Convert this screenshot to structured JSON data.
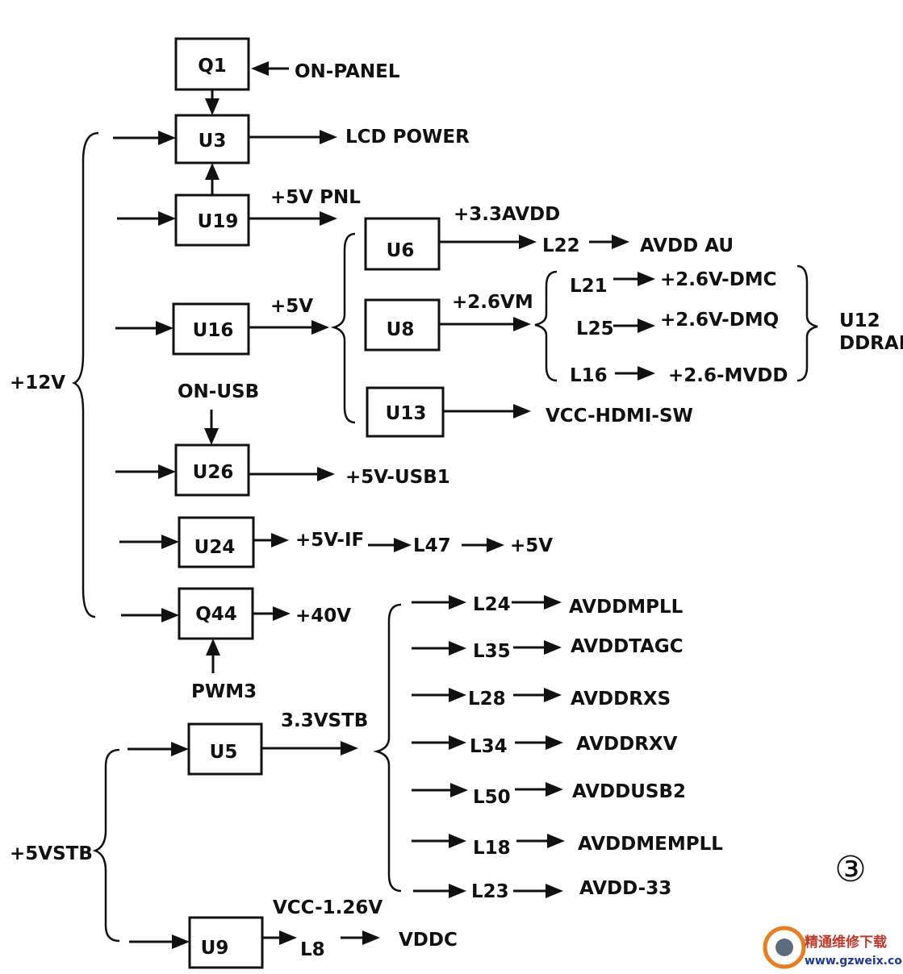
{
  "rails": {
    "v12": "+12V",
    "v5stb": "+5VSTB"
  },
  "blocks": {
    "Q1": "Q1",
    "U3": "U3",
    "U19": "U19",
    "U16": "U16",
    "U26": "U26",
    "U24": "U24",
    "Q44": "Q44",
    "U6": "U6",
    "U8": "U8",
    "U13": "U13",
    "U5": "U5",
    "U9": "U9"
  },
  "labels": {
    "on_panel": "ON-PANEL",
    "lcd_power": "LCD POWER",
    "p5v_pnl": "+5V PNL",
    "p5v": "+5V",
    "on_usb": "ON-USB",
    "p5v_usb1": "+5V-USB1",
    "p5v_if": "+5V-IF",
    "l47": "L47",
    "p5v_out": "+5V",
    "p40v": "+40V",
    "pwm3": "PWM3",
    "p33avdd": "+3.3AVDD",
    "l22": "L22",
    "avdd_au": "AVDD AU",
    "p26vm": "+2.6VM",
    "l21": "L21",
    "l25": "L25",
    "l16": "L16",
    "dmc": "+2.6V-DMC",
    "dmq": "+2.6V-DMQ",
    "mvdd": "+2.6-MVDD",
    "u12": "U12",
    "ddram": "DDRAM",
    "vcc_hdmi_sw": "VCC-HDMI-SW",
    "v33stb": "3.3VSTB",
    "vcc126": "VCC-1.26V",
    "l8": "L8",
    "vddc": "VDDC",
    "figure_number": "③"
  },
  "stb_outputs": [
    {
      "inductor": "L24",
      "net": "AVDDMPLL"
    },
    {
      "inductor": "L35",
      "net": "AVDDTAGC"
    },
    {
      "inductor": "L28",
      "net": "AVDDRXS"
    },
    {
      "inductor": "L34",
      "net": "AVDDRXV"
    },
    {
      "inductor": "L50",
      "net": "AVDDUSB2"
    },
    {
      "inductor": "L18",
      "net": "AVDDMEMPLL"
    },
    {
      "inductor": "L23",
      "net": "AVDD-33"
    }
  ],
  "watermark": {
    "cn": "精通维修下载",
    "url": "www.gzweix.com"
  }
}
